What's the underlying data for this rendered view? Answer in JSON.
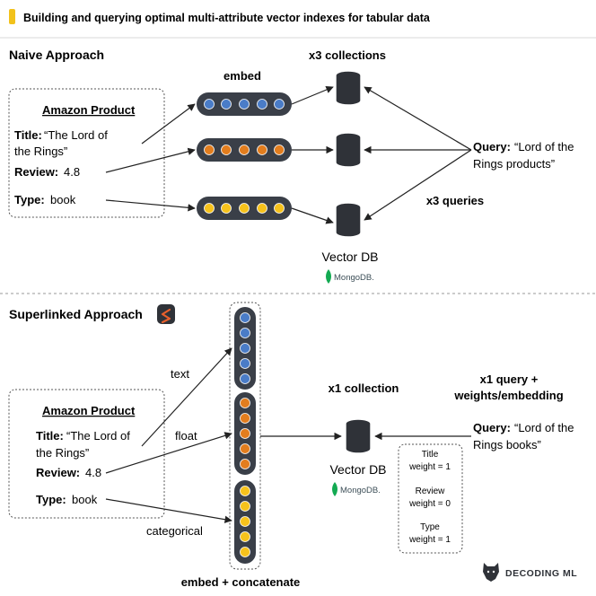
{
  "header": {
    "title": "Building and querying optimal multi-attribute vector indexes for tabular data",
    "accent_color": "#F2C21B"
  },
  "naive": {
    "heading": "Naive Approach",
    "embed_label": "embed",
    "collections_label": "x3 collections",
    "queries_label": "x3 queries",
    "product": {
      "title": "Amazon Product",
      "title_key": "Title:",
      "title_value_line1": "“The Lord of",
      "title_value_line2": "the Rings”",
      "review_key": "Review:",
      "review_value": "4.8",
      "type_key": "Type:",
      "type_value": "book"
    },
    "query": {
      "key": "Query:",
      "value_line1": "“Lord of the",
      "value_line2": "Rings products”"
    },
    "vector_db_label": "Vector DB",
    "mongodb_label": "MongoDB."
  },
  "superlinked": {
    "heading": "Superlinked Approach",
    "text_label": "text",
    "float_label": "float",
    "categorical_label": "categorical",
    "embed_concat_label": "embed + concatenate",
    "collection_label": "x1 collection",
    "query_weights_line1": "x1 query +",
    "query_weights_line2": "weights/embedding",
    "product": {
      "title": "Amazon Product",
      "title_key": "Title:",
      "title_value_line1": "“The Lord of",
      "title_value_line2": "the Rings”",
      "review_key": "Review:",
      "review_value": "4.8",
      "type_key": "Type:",
      "type_value": "book"
    },
    "query": {
      "key": "Query:",
      "value_line1": "“Lord of the",
      "value_line2": "Rings books”"
    },
    "weights": {
      "title_line1": "Title",
      "title_line2": "weight = 1",
      "review_line1": "Review",
      "review_line2": "weight = 0",
      "type_line1": "Type",
      "type_line2": "weight = 1"
    },
    "vector_db_label": "Vector DB",
    "mongodb_label": "MongoDB."
  },
  "footer": {
    "brand": "DECODING ML"
  },
  "colors": {
    "blue": "#4A7CC7",
    "orange": "#E27D1E",
    "yellow": "#F6C21C",
    "pill_bg": "#3a3f48",
    "mongodb_green": "#13AA52"
  }
}
